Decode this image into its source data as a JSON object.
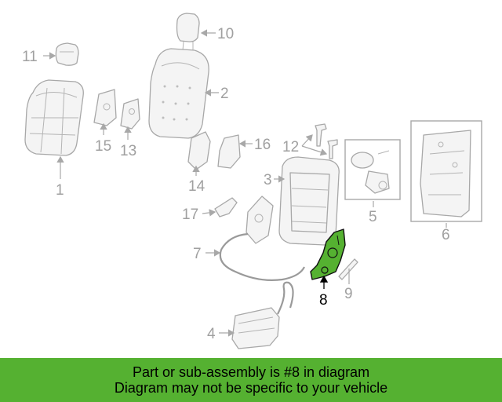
{
  "callouts": {
    "c1": "1",
    "c2": "2",
    "c3": "3",
    "c4": "4",
    "c5": "5",
    "c6": "6",
    "c7": "7",
    "c8": "8",
    "c9": "9",
    "c10": "10",
    "c11": "11",
    "c12": "12",
    "c13": "13",
    "c14": "14",
    "c15": "15",
    "c16": "16",
    "c17": "17"
  },
  "highlight": {
    "part_number": "8",
    "color": "#55b131"
  },
  "banner": {
    "line1": "Part or sub-assembly is #8 in diagram",
    "line2": "Diagram may not be specific to your vehicle",
    "background": "#55b131"
  }
}
